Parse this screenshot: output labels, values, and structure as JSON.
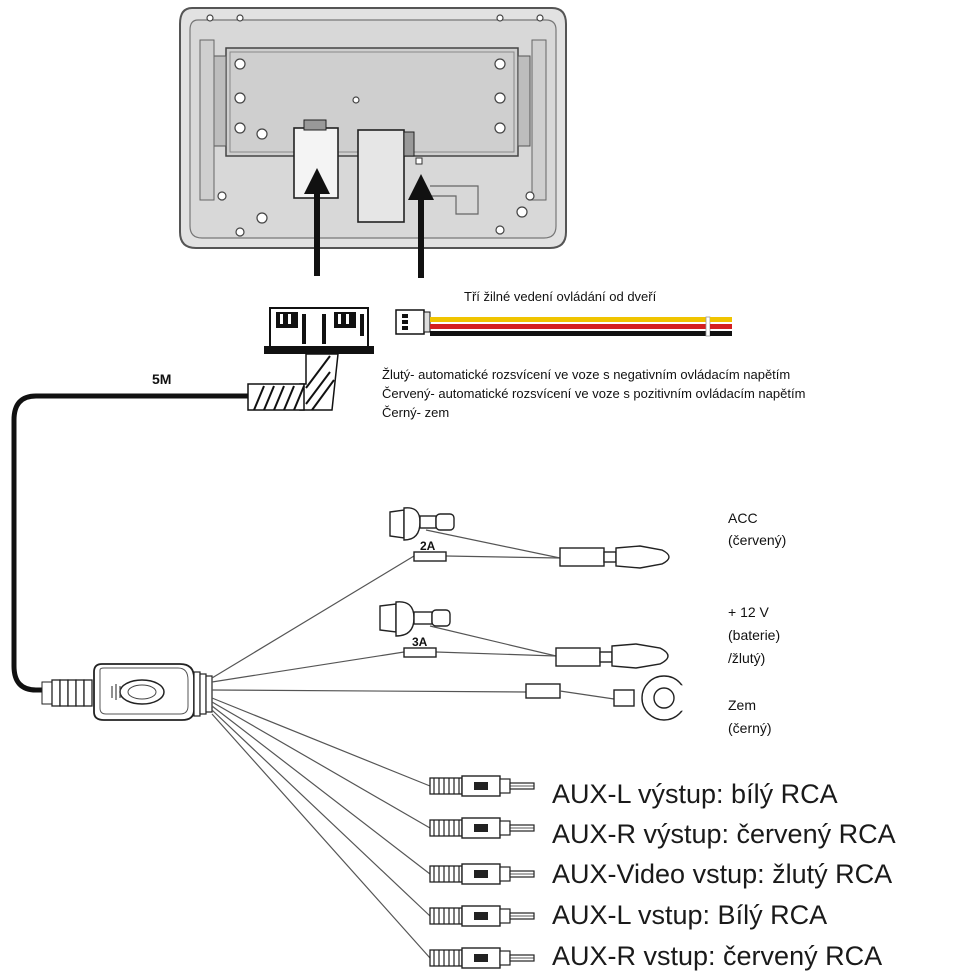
{
  "door_control": {
    "title": "Tří žilné vedení ovládání od dveří",
    "notes": [
      "Žlutý- automatické rozsvícení ve voze s negativním ovládacím napětím",
      "Červený- automatické rozsvícení ve voze s pozitivním ovládacím napětím",
      "Černý- zem"
    ],
    "wire_colors": [
      "#f0c400",
      "#d42020",
      "#111111"
    ]
  },
  "cable_length": "5M",
  "power": {
    "acc": [
      "ACC",
      "(červený)"
    ],
    "acc_fuse": "2A",
    "battery": [
      "+ 12 V",
      "(baterie)",
      "/žlutý)"
    ],
    "battery_fuse": "3A",
    "ground": [
      "Zem",
      "(černý)"
    ]
  },
  "rca_outputs": [
    "AUX-L výstup: bílý RCA",
    "AUX-R výstup: červený RCA",
    "AUX-Video vstup: žlutý RCA",
    "AUX-L vstup: Bílý RCA",
    "AUX-R vstup: červený RCA"
  ]
}
